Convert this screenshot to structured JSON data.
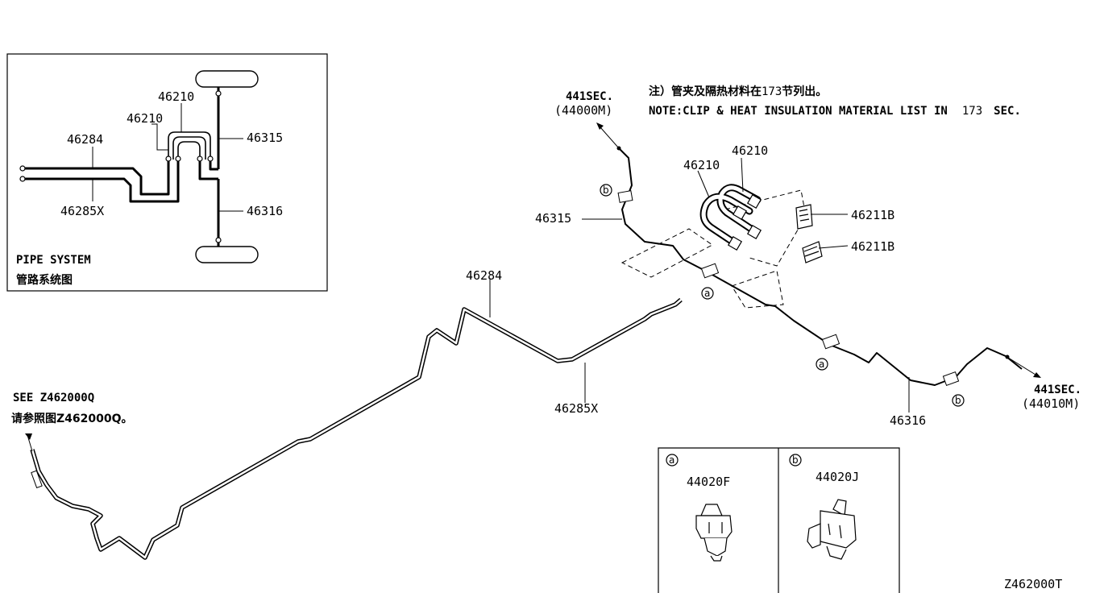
{
  "inset": {
    "title": "PIPE SYSTEM",
    "title_cn": "管路系统图",
    "labels": {
      "p46210_top": "46210",
      "p46210_left": "46210",
      "p46284": "46284",
      "p46285x": "46285X",
      "p46315": "46315",
      "p46316": "46316"
    }
  },
  "note": {
    "cn_prefix": "注）管夹及隔热材料在",
    "cn_num": "173",
    "cn_suffix": "节列出。",
    "en_prefix": "NOTE:CLIP & HEAT INSULATION MATERIAL LIST IN",
    "en_num": "173",
    "en_suffix": "SEC."
  },
  "main": {
    "sec_top": "441SEC.",
    "sec_top_code": "(44000M)",
    "sec_right": "441SEC.",
    "sec_right_code": "(44010M)",
    "see_ref": "SEE Z462000Q",
    "see_ref_cn": "请参照图Z462000Q。",
    "p46315": "46315",
    "p46210_a": "46210",
    "p46210_b": "46210",
    "p46211b_a": "46211B",
    "p46211b_b": "46211B",
    "p46284": "46284",
    "p46285x": "46285X",
    "p46316": "46316",
    "mark_a": "a",
    "mark_b": "b"
  },
  "details": {
    "a_mark": "a",
    "a_part": "44020F",
    "b_mark": "b",
    "b_part": "44020J"
  },
  "figure_code": "Z462000T"
}
